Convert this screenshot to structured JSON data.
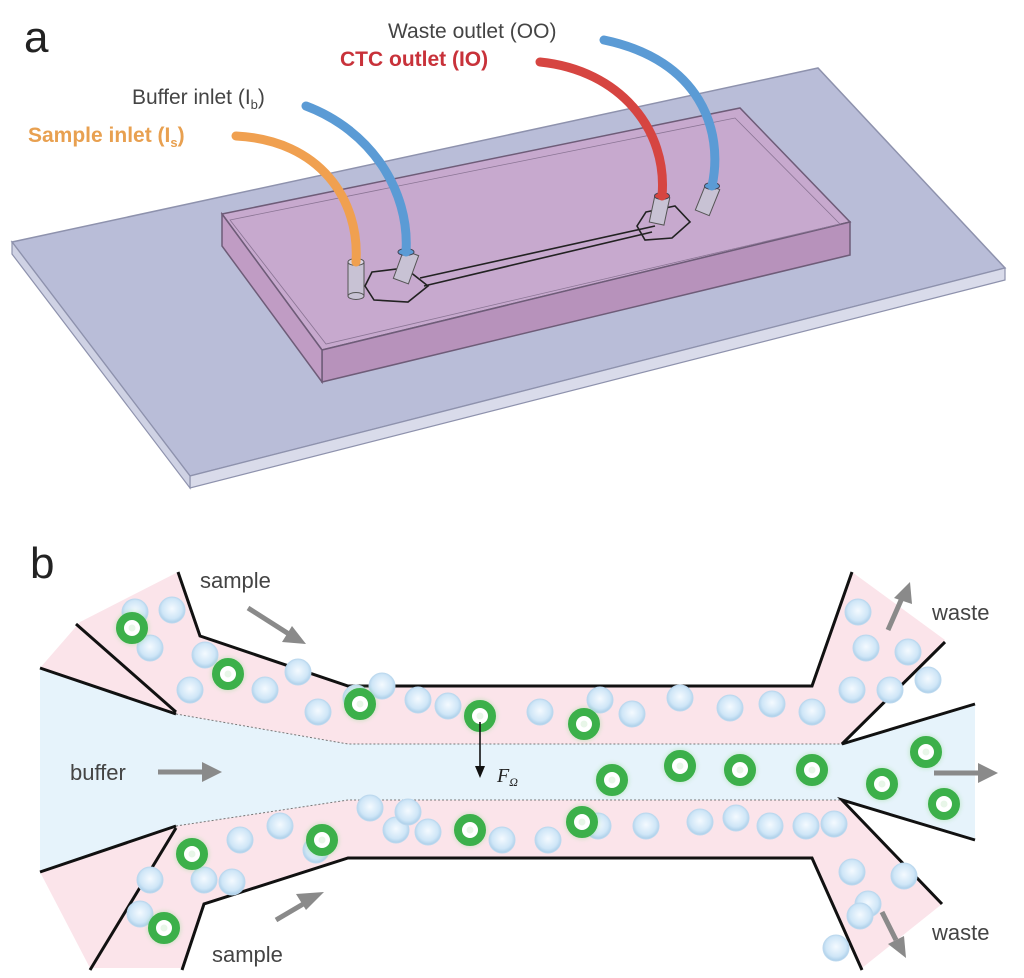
{
  "panel_a": {
    "letter": "a",
    "labels": {
      "waste_outlet": "Waste outlet (OO)",
      "ctc_outlet": "CTC outlet (IO)",
      "buffer_inlet": "Buffer inlet (I",
      "buffer_inlet_sub": "b",
      "sample_inlet": "Sample inlet (I",
      "sample_inlet_sub": "s"
    },
    "colors": {
      "waste_tube": "#5b9bd5",
      "ctc_tube": "#d64541",
      "buffer_tube": "#5b9bd5",
      "sample_tube": "#f0a050",
      "ctc_text": "#c8323a",
      "sample_text": "#e8a050",
      "slide": "#b9bdd8",
      "chip": "#c9a6cc"
    }
  },
  "panel_b": {
    "letter": "b",
    "labels": {
      "sample_top": "sample",
      "sample_bottom": "sample",
      "buffer": "buffer",
      "waste_top": "waste",
      "waste_bottom": "waste",
      "force_symbol": "F",
      "force_sub": "Ω"
    },
    "colors": {
      "sample_stream": "#fbe4ea",
      "buffer_stream": "#e6f3fb",
      "ctc_cell": "#3cb04a",
      "blood_cell": "#cfe6f7",
      "arrow": "#8a8a8a"
    }
  }
}
